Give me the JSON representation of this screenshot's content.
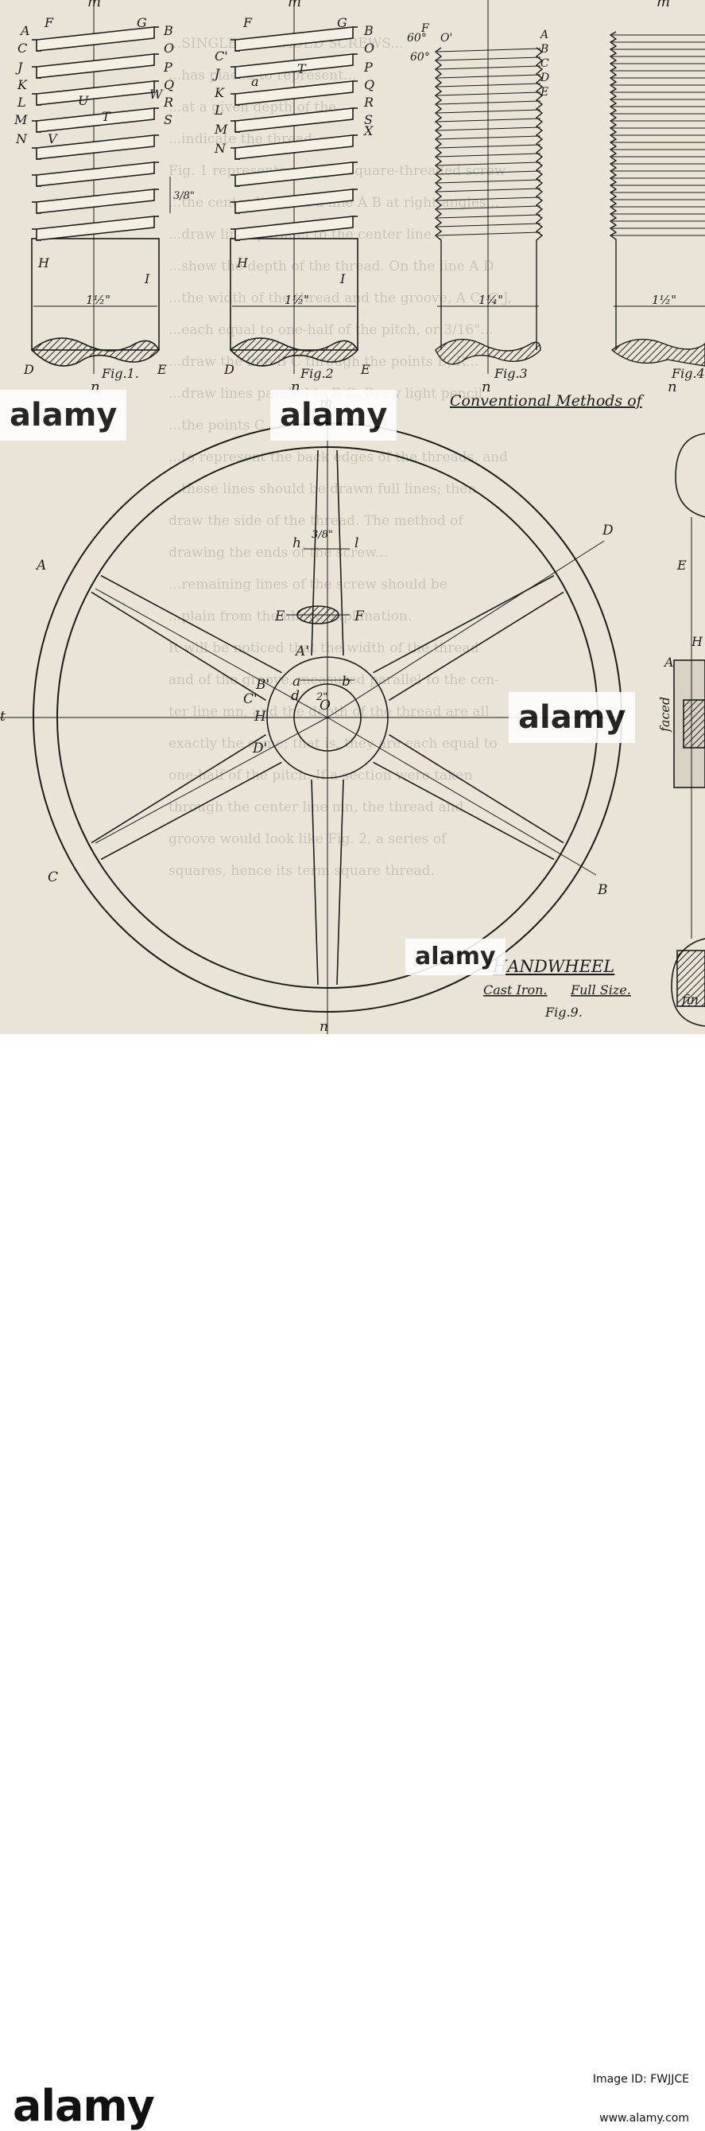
{
  "plate": {
    "fig1_labels": [
      "A",
      "C",
      "J",
      "K",
      "L",
      "M",
      "N",
      "F",
      "G",
      "B",
      "O",
      "P",
      "Q",
      "R",
      "S",
      "U",
      "T",
      "W",
      "V",
      "H",
      "I",
      "D",
      "E"
    ],
    "fig2_labels": [
      "F",
      "G",
      "B",
      "C'",
      "O",
      "J",
      "P",
      "K",
      "Q",
      "L",
      "R",
      "S",
      "M",
      "X",
      "N",
      "a",
      "T",
      "H",
      "I",
      "D",
      "E"
    ],
    "fig3_labels": [
      "60°",
      "F",
      "60°",
      "O'",
      "A",
      "B",
      "C",
      "D",
      "E"
    ],
    "center_labels": {
      "m": "m",
      "n": "n"
    },
    "dims": {
      "thread_pitch": "3/8\"",
      "fig1_width": "1½\"",
      "fig2_width": "1½\"",
      "fig3_width": "1¼\"",
      "fig4_width": "1½\""
    },
    "fig_captions": [
      "Fig.1.",
      "Fig.2",
      "Fig.3",
      "Fig.4"
    ],
    "section_title": "Conventional Methods of",
    "wheel": {
      "labels": {
        "A": "A",
        "B": "B",
        "C": "C",
        "D": "D",
        "E": "E",
        "F": "F",
        "O": "O",
        "H": "H",
        "A1": "A'",
        "B1": "B'",
        "C1": "C'",
        "D1": "D'",
        "a": "a",
        "b": "b",
        "d": "d",
        "h": "h",
        "l": "l",
        "m": "m",
        "n": "n",
        "t": "t",
        "hub_width": "2\"",
        "slot": "3/8\""
      }
    },
    "title": "HANDWHEEL",
    "subtitle_material": "Cast Iron.",
    "subtitle_size": "Full Size.",
    "fig9": "Fig.9.",
    "side_labels": {
      "faced": "faced",
      "A": "A",
      "E": "E",
      "H": "H",
      "fin": "fin"
    },
    "background_text": [
      "...SINGLE THREADED SCREWS...",
      "...has placed to represent...",
      "...at a given depth of the...",
      "...indicate the thread...",
      "Fig. 1 represents a single square-threaded screw",
      "...the center line and a line A B at right angles...",
      "...draw lines parallel to the center line...",
      "...show the depth of the thread. On the line A D",
      "...the width of the thread and the groove, A C, C J,",
      "...each equal to one-half of the pitch, or 3/16\"...",
      "...draw the line B C through the points B, R...",
      "...draw lines parallel to B C. Draw light pencil",
      "...the points C and P, J and Q...",
      "...to represent the back edges of the threads, and",
      "...these lines should be drawn full lines; then",
      "draw the side of the thread. The method of",
      "drawing the ends of the screw...",
      "...remaining lines of the screw should be",
      "...plain from the above explanation.",
      "It will be noticed that the width of the thread",
      "and of the groove, measured parallel to the cen-",
      "ter line mn, and the depth of the thread are all",
      "exactly the same; that is, they are each equal to",
      "one-half of the pitch. If a section were taken",
      "through the center line mn, the thread and",
      "groove would look like Fig. 2, a series of",
      "squares, hence its term square thread."
    ]
  },
  "footer": {
    "watermarks": [
      "alamy",
      "alamy",
      "alamy",
      "alamy"
    ],
    "brand": "alamy",
    "image_id": "Image ID: FWJJCE",
    "url": "www.alamy.com"
  }
}
